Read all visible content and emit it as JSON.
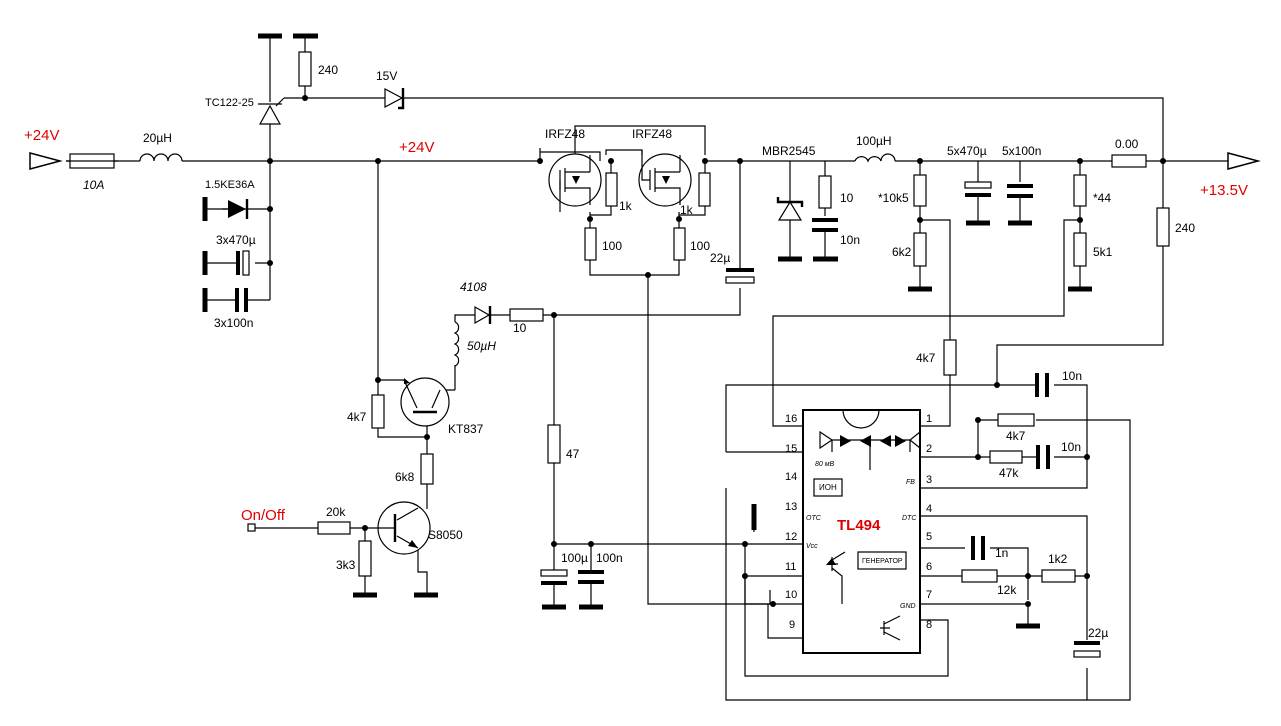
{
  "power": {
    "input_label": "+24V",
    "rail_label": "+24V",
    "output_label": "+13.5V",
    "onoff_label": "On/Off"
  },
  "components": {
    "fuse": "10A",
    "input_inductor": "20µH",
    "tvs": "1.5KE36A",
    "input_elcap": "3x470µ",
    "input_cap": "3x100n",
    "thyristor": "TC122-25",
    "r_gate": "240",
    "zener": "15V",
    "mosfet1": "IRFZ48",
    "mosfet2": "IRFZ48",
    "r_gs1": "1k",
    "r_gs2": "1k",
    "r_g1": "100",
    "r_g2": "100",
    "cap_boot": "22µ",
    "schottky": "MBR2545",
    "r_snub": "10",
    "c_snub": "10n",
    "out_inductor": "100µH",
    "r_div1_top": "*10k5",
    "r_div1_bot": "6k2",
    "out_elcap": "5x470µ",
    "out_cap": "5x100n",
    "r_shunt": "0.00",
    "r_div2_top": "*44",
    "r_div2_bot": "5k1",
    "r_out": "240",
    "diode_boot": "4108",
    "inductor_boot": "50µH",
    "r_boot": "10",
    "r_driver": "47",
    "c_vcc_el": "100µ",
    "c_vcc": "100n",
    "r_fb": "4k7",
    "r_be": "4k7",
    "q1": "KT837",
    "r_q": "6k8",
    "r_on": "20k",
    "r_on_gnd": "3k3",
    "q2": "S8050",
    "c_comp1": "10n",
    "r_comp": "4k7",
    "r_comp2": "47k",
    "c_comp2": "10n",
    "c_t": "1n",
    "r_t": "12k",
    "r_soft": "1k2",
    "c_soft": "22µ"
  },
  "ic": {
    "name": "TL494",
    "ref_label": "ИОН",
    "gen_label": "ГЕНЕРАТОР",
    "amp_label": "80 мВ",
    "dtc": "DTC",
    "fb": "FB",
    "gnd": "GND",
    "vcc": "Vcc",
    "otc": "OTC",
    "pins": {
      "p1": "1",
      "p2": "2",
      "p3": "3",
      "p4": "4",
      "p5": "5",
      "p6": "6",
      "p7": "7",
      "p8": "8",
      "p9": "9",
      "p10": "10",
      "p11": "11",
      "p12": "12",
      "p13": "13",
      "p14": "14",
      "p15": "15",
      "p16": "16"
    }
  }
}
